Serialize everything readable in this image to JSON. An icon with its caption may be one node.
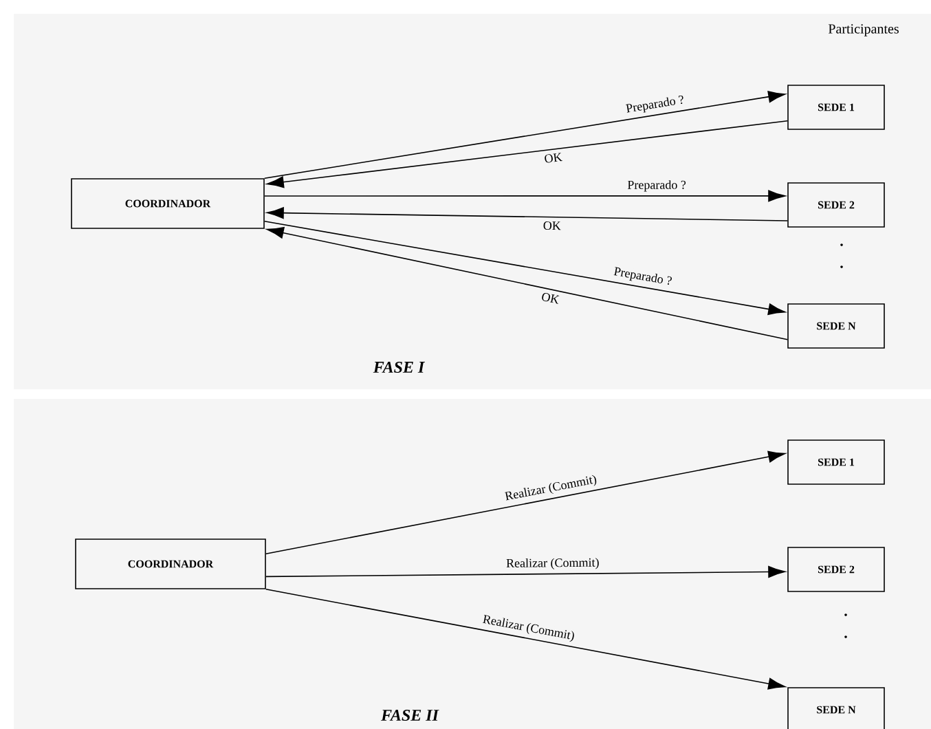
{
  "diagram": {
    "nodes": [
      {
        "text": [
          "COORDINADOR"
        ]
      },
      {
        "text": [
          "SEDE 1"
        ]
      },
      {
        "text": [
          "SEDE 2"
        ]
      },
      {
        "text": [
          "SEDE N"
        ]
      },
      {
        "text": [
          "COORDINADOR"
        ]
      },
      {
        "text": [
          "SEDE 1"
        ]
      },
      {
        "text": [
          "SEDE 2"
        ]
      },
      {
        "text": [
          "SEDE N"
        ]
      }
    ],
    "edges": [
      {
        "from": 0,
        "to": 1,
        "arrow": "to",
        "label": "Preparado ?"
      },
      {
        "from": 1,
        "to": 0,
        "arrow": "to",
        "label": "OK"
      },
      {
        "from": 0,
        "to": 2,
        "arrow": "to",
        "label": "Preparado ?"
      },
      {
        "from": 2,
        "to": 0,
        "arrow": "to",
        "label": "OK"
      },
      {
        "from": 0,
        "to": 3,
        "arrow": "to",
        "label": "Preparado ?"
      },
      {
        "from": 3,
        "to": 0,
        "arrow": "to",
        "label": "OK"
      },
      {
        "from": 4,
        "to": 5,
        "arrow": "to",
        "label": "Realizar (Commit)"
      },
      {
        "from": 4,
        "to": 6,
        "arrow": "to",
        "label": "Realizar (Commit)"
      },
      {
        "from": 4,
        "to": 7,
        "arrow": "to",
        "label": "Realizar (Commit)"
      }
    ],
    "labels": [
      "Participantes",
      "FASE I",
      "FASE II"
    ]
  }
}
